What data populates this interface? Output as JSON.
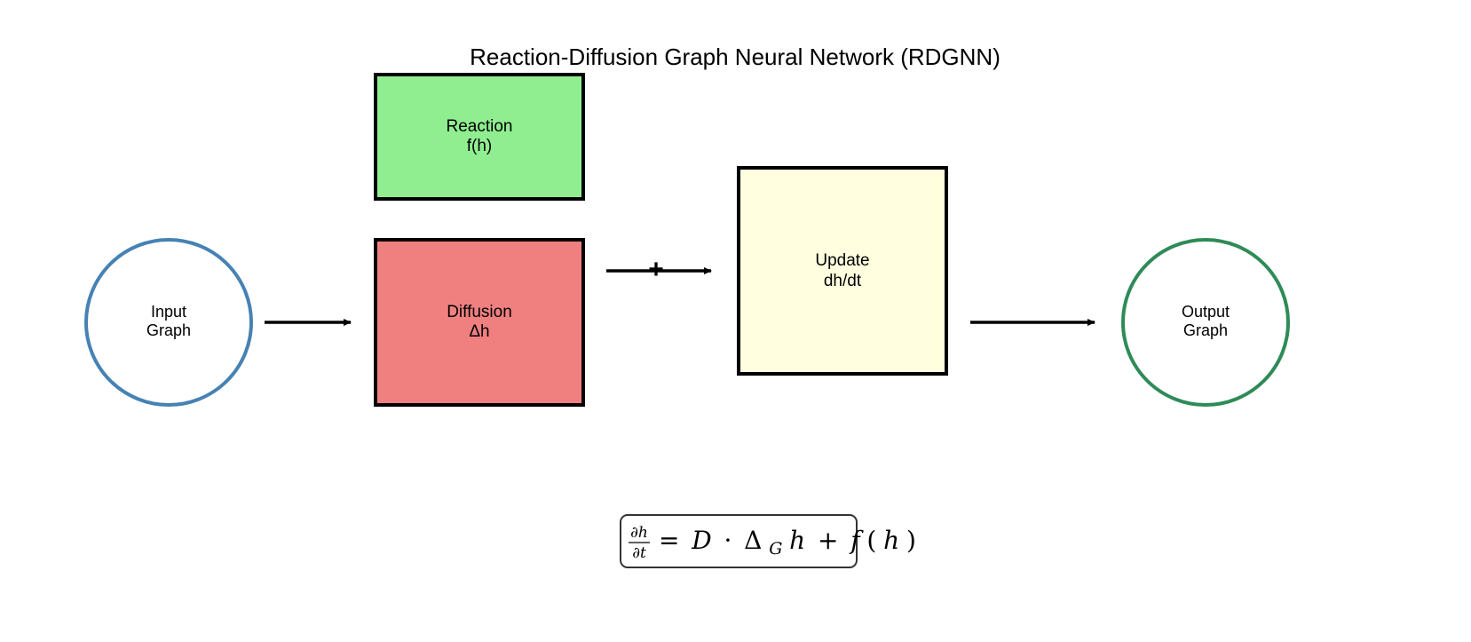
{
  "title": "Reaction-Diffusion Graph Neural Network (RDGNN)",
  "nodes": {
    "input": {
      "line1": "Input",
      "line2": "Graph"
    },
    "reaction": {
      "line1": "Reaction",
      "line2": "f(h)"
    },
    "diffusion": {
      "line1": "Diffusion",
      "line2": "Δh"
    },
    "update": {
      "line1": "Update",
      "line2": "dh/dt"
    },
    "output": {
      "line1": "Output",
      "line2": "Graph"
    }
  },
  "combine_symbol": "+",
  "equation": {
    "numerator": "∂h",
    "denominator": "∂t",
    "rhs_equals": "=",
    "rhs_D": "D",
    "rhs_dot": "·",
    "rhs_delta": "Δ",
    "rhs_sub": "G",
    "rhs_h": "h",
    "rhs_plus": "+",
    "rhs_f": "f",
    "rhs_open": "(",
    "rhs_h2": "h",
    "rhs_close": ")"
  },
  "colors": {
    "input_stroke": "#4682b4",
    "output_stroke": "#2e8b57",
    "reaction_fill": "#90ee90",
    "diffusion_fill": "#f08080",
    "update_fill": "#ffffe0",
    "stroke": "#000000"
  }
}
